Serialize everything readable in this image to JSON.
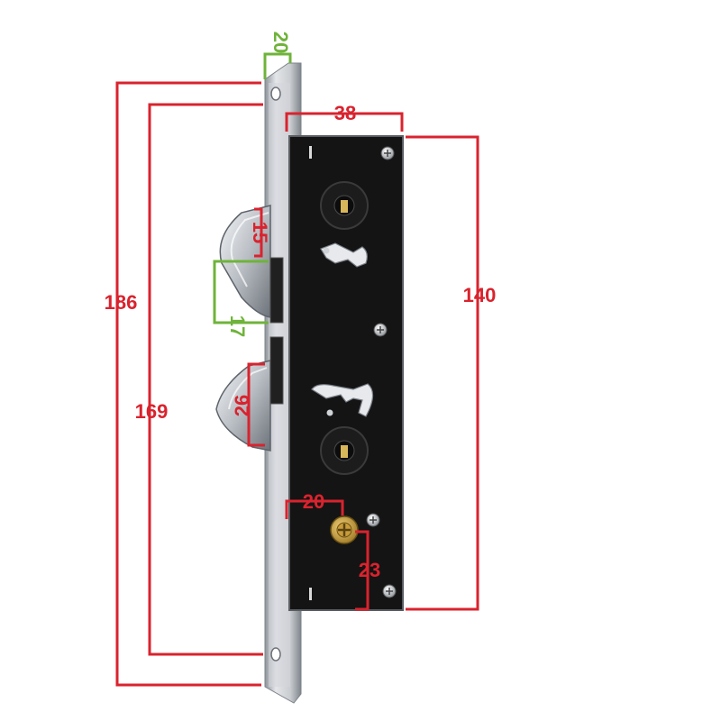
{
  "colors": {
    "background": "#ffffff",
    "dimension_red": "#d9232e",
    "dimension_green": "#6fb33a",
    "faceplate_steel": "#cfd2d6",
    "faceplate_edge": "#9aa0a6",
    "lock_body": "#111111",
    "hook_chrome": "#d8dbe0"
  },
  "dimensions": {
    "faceplate_thickness": "20",
    "faceplate_length": "186",
    "hole_spacing": "169",
    "body_width": "38",
    "body_height": "140",
    "upper_hook_a": "15",
    "upper_hook_b": "17",
    "lower_hook": "26",
    "backset": "20",
    "cylinder_offset": "23"
  }
}
